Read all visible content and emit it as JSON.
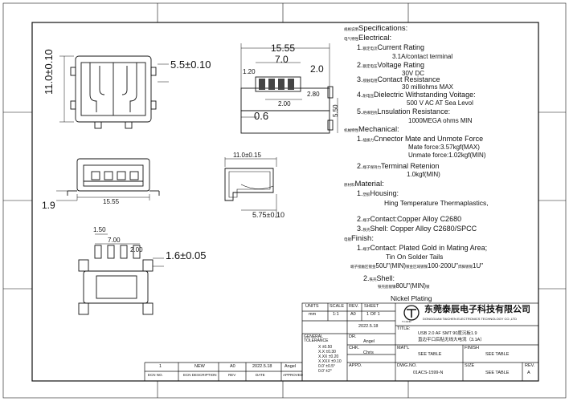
{
  "drawing": {
    "dims": {
      "top_height": "11.0±0.10",
      "top_pitch": "5.5±0.10",
      "side_total": "15.55",
      "side_7": "7.0",
      "side_120": "1.20",
      "side_20": "2.0",
      "side_280": "2.80",
      "side_200": "2.00",
      "side_06": "0.6",
      "side_550": "5.50",
      "front_19": "1.9",
      "front_1555": "15.55",
      "right_11": "11.0±0.15",
      "right_575": "5.75±0.10",
      "pcb_150": "1.50",
      "pcb_700": "7.00",
      "pcb_200": "2.00",
      "pcb_16": "1.6±0.05"
    }
  },
  "specs": {
    "title_cn": "规格说明",
    "title": "Specifications:",
    "electrical_cn": "电气特性",
    "electrical": "Electrical:",
    "rating_cn": "额定电流",
    "rating": "Current Rating",
    "rating_val": "3.1A/contact terminal",
    "voltage_cn": "额定电压",
    "voltage": "Voltage Rating",
    "voltage_val": "30V DC",
    "resist_cn": "接触电阻",
    "resist": "Contact Resistance",
    "resist_val": "30 milliohms MAX",
    "dielectric_cn": "耐电压",
    "dielectric": "Dielectric Withstanding Voitage:",
    "dielectric_val": "500 V AC AT Sea Levol",
    "insul_cn": "绝缘阻抗",
    "insul": "Lnsulation Resistance:",
    "insul_val": "1000MEGA ohms MIN",
    "mech_cn": "机械特性",
    "mech": "Mechanical:",
    "force_cn": "插拔力",
    "force": "Cnnector Mate and Unmote Force",
    "mate_val": "Mate force:3.57kgf(MAX)",
    "unmate_val": "Unmate force:1.02kgf(MIN)",
    "reten_cn": "端子保持力",
    "reten": "Terminal Retenion",
    "reten_val": "1.0kgf(MIN)",
    "material_cn": "原材料",
    "material": "Material:",
    "housing_cn": "塑胶",
    "housing": "Housing:",
    "housing_val": "Hing Temperature   Thermaplastics,",
    "contact_cn": "端子",
    "contact": "Contact:Copper Alloy C2680",
    "shell_cn": "铁壳",
    "shell": "Shell: Copper Alloy C2680/SPCC",
    "finish_cn": "电镀",
    "finish": "Finish:",
    "fcontact_cn": "端子",
    "fcontact": "Contact: Plated Gold in Mating Area;",
    "fcontact_val": "Tin On Solder Tails",
    "gold_cn": "端子接触区镀金",
    "gold": "50U\"(MIN)",
    "nickel_cn": "镀金区域镀镍",
    "nickel": "100-200U\"",
    "tin_cn": "焊脚镀锡",
    "tin": "1U\"",
    "fshell_cn": "铁壳",
    "fshell": "Shell:",
    "fshell_pre": "铁壳底镀镍",
    "fshell_val": "80U\"(MIN)",
    "fshell_post": "镀",
    "nickel_plating": "Nickel Plating"
  },
  "titleblock": {
    "units_h": "UNITS",
    "units_v": "mm",
    "scale_h": "SCALE",
    "scale_v": "1:1",
    "rev_h": "REV.",
    "rev_v": "A0",
    "sheet_h": "SHEET",
    "sheet_v": "1 OF 1",
    "date": "2022.5.18",
    "company_cn": "东莞泰辰电子科技有限公司",
    "company_en": "DONGGUAN TAICHEN ELECTRONICS TECHNOLOGY CO.,LTD",
    "logo_text": "T.C.ENR",
    "title_h": "TITLE:",
    "title_l1": "USB 2.0 AF SMT 90度沉板1.9",
    "title_l2": "直边平口后贴无线大电流（3.1A）",
    "dr_h": "DR.",
    "dr_v": "Angel",
    "chk_h": "CHK.",
    "chk_v": "Chris",
    "appd_h": "APPD.",
    "gt_h": "GENERAL TOLERANCE",
    "tol": [
      "X ±0.50",
      "X.X ±0.30",
      "X.XX ±0.20",
      "X.XXX ±0.10",
      "0.0' ±0.5°",
      "0.0' ±2°"
    ],
    "matl_h": "MAT'L",
    "matl_v": "SEE TABLE",
    "finish_h": "FINISH",
    "finish_v": "SEE TABLE",
    "dwgno_h": "DWG.NO.",
    "dwgno_v": "01ACS-1599-N",
    "size_h": "SIZE",
    "size_v": "SEE TABLE",
    "rev2_h": "REV.",
    "rev2_v": "A",
    "rev_row": {
      "col1": "1",
      "col2": "NEW",
      "col3": "A0",
      "col4": "2022.5.18",
      "col5": "Angel"
    },
    "ecn_headers": [
      "ECN NO.",
      "ECN DESCRIPTION",
      "REV",
      "DATE",
      "APPROVED"
    ]
  }
}
